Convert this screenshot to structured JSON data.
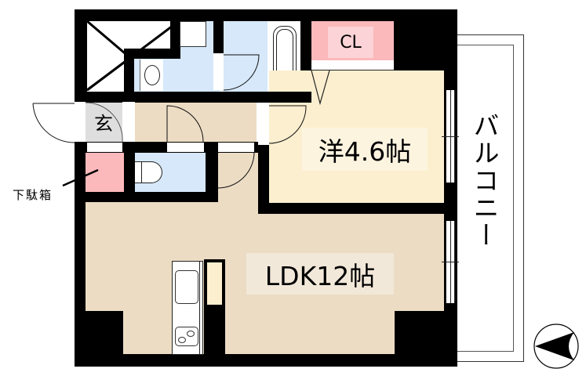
{
  "floorplan": {
    "rooms": {
      "western_room": {
        "label": "洋4.6帖",
        "type": "Western-style room",
        "size_jo": 4.6
      },
      "ldk": {
        "label": "LDK12帖",
        "type": "Living Dining Kitchen",
        "size_jo": 12
      },
      "closet": {
        "label": "CL"
      },
      "entrance": {
        "label": "玄"
      },
      "balcony": {
        "label": "バルコニー"
      }
    },
    "annotations": {
      "shoe_cabinet": "下駄箱"
    },
    "fixtures": [
      "unit-bath",
      "washbasin",
      "washing-machine-space",
      "toilet",
      "kitchen-sink",
      "stove",
      "refrigerator-space",
      "shoe-cabinet",
      "closet"
    ],
    "compass": {
      "direction": "west-pointing arrow"
    },
    "colors": {
      "wall": "#000000",
      "ldk_floor": "#ecdcc4",
      "western_floor": "#fcefcf",
      "wet_area": "#d6e8fa",
      "storage": "#fbb9bc",
      "entrance": "#dedede"
    }
  }
}
